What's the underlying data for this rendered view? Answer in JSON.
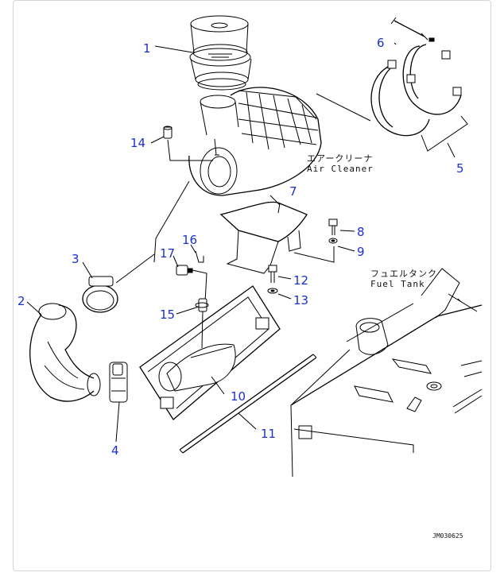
{
  "callouts": [
    "1",
    "2",
    "3",
    "4",
    "5",
    "6",
    "7",
    "8",
    "9",
    "10",
    "11",
    "12",
    "13",
    "14",
    "15",
    "16",
    "17"
  ],
  "labels": {
    "air_cleaner_jp": "エアークリーナ",
    "air_cleaner_en": "Air Cleaner",
    "fuel_tank_jp": "フュエルタンク",
    "fuel_tank_en": "Fuel Tank"
  },
  "drawing_code": "JM030625"
}
